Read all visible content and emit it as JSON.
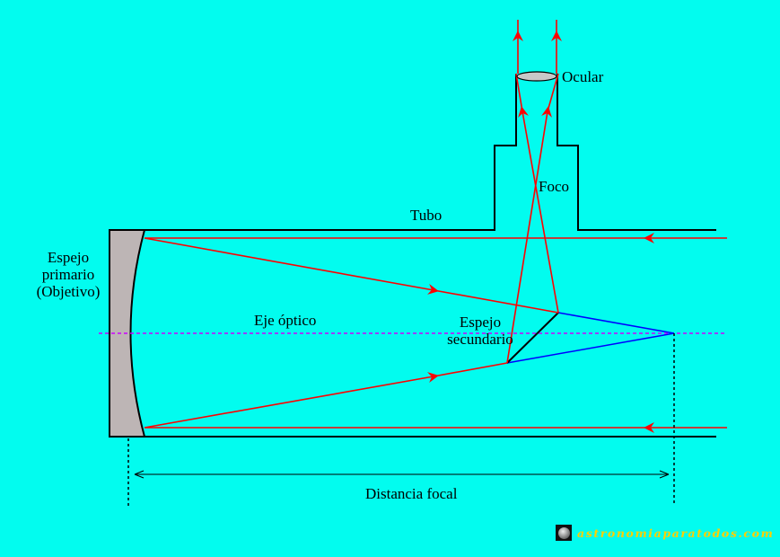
{
  "diagram": {
    "title": "Telescopio reflector newtoniano",
    "labels": {
      "ocular": "Ocular",
      "foco": "Foco",
      "tubo": "Tubo",
      "espejo_primario_line1": "Espejo",
      "espejo_primario_line2": "primario",
      "espejo_primario_line3": "(Objetivo)",
      "eje_optico": "Eje óptico",
      "espejo_secundario_line1": "Espejo",
      "espejo_secundario_line2": "secundario",
      "distancia_focal": "Distancia focal"
    },
    "watermark": "astronomiaparatodos.com"
  },
  "colors": {
    "background": "#02fcef",
    "light_ray": "#ff0000",
    "reflected_cone": "#0000ff",
    "optical_axis": "#cc00ff",
    "tube": "#000000",
    "primary_mirror": "#bdb5b5",
    "eyepiece_lens": "#c8c8c8",
    "watermark_text": "#ffd000"
  }
}
